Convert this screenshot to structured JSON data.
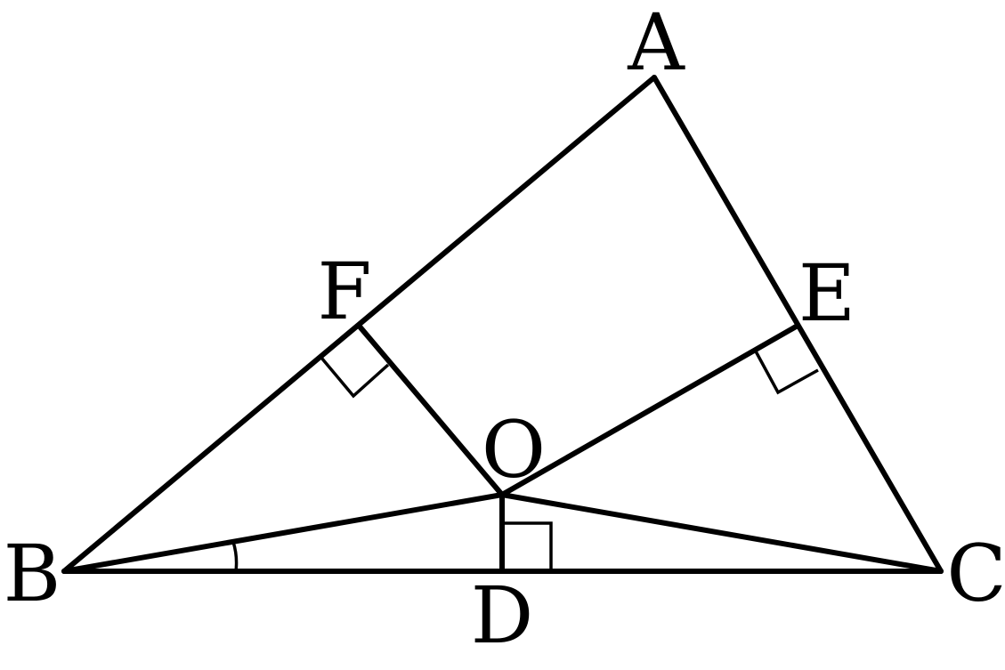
{
  "points": {
    "A": "A",
    "B": "B",
    "C": "C",
    "D": "D",
    "E": "E",
    "F": "F",
    "O": "O"
  },
  "colors": {
    "stroke": "#000000",
    "background": "#ffffff"
  }
}
